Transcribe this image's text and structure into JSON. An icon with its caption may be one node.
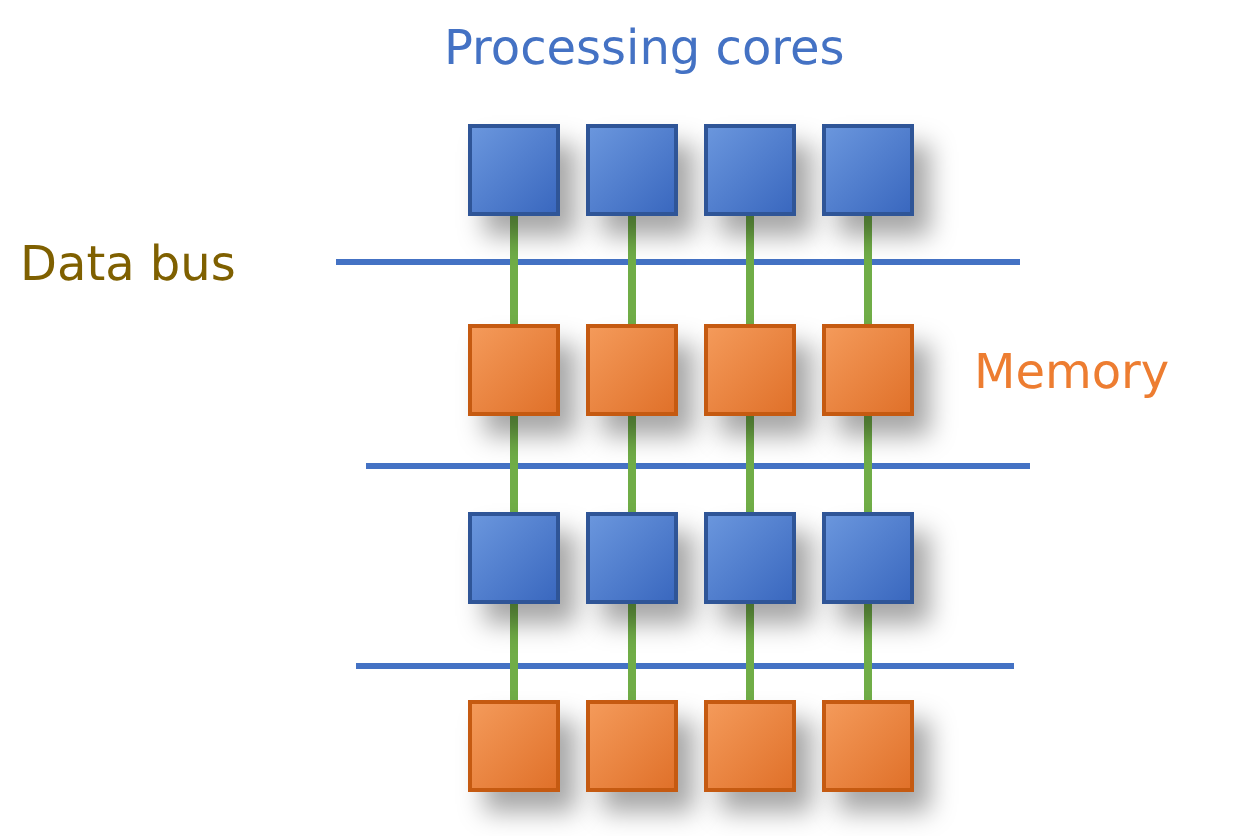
{
  "diagram": {
    "nodes": [
      {
        "text": [],
        "shape": "box"
      },
      {
        "text": [],
        "shape": "box"
      },
      {
        "text": [],
        "shape": "box"
      },
      {
        "text": [],
        "shape": "box"
      },
      {
        "text": [],
        "shape": "box"
      },
      {
        "text": [],
        "shape": "box"
      },
      {
        "text": [],
        "shape": "box"
      },
      {
        "text": [],
        "shape": "box"
      },
      {
        "text": [],
        "shape": "box"
      },
      {
        "text": [],
        "shape": "box"
      },
      {
        "text": [],
        "shape": "box"
      },
      {
        "text": [],
        "shape": "box"
      },
      {
        "text": [],
        "shape": "box"
      },
      {
        "text": [],
        "shape": "box"
      },
      {
        "text": [],
        "shape": "box"
      },
      {
        "text": [],
        "shape": "box"
      }
    ],
    "edges": [
      {
        "from": 0,
        "to": 4,
        "arrow": "none"
      },
      {
        "from": 1,
        "to": 5,
        "arrow": "none"
      },
      {
        "from": 2,
        "to": 6,
        "arrow": "none"
      },
      {
        "from": 3,
        "to": 7,
        "arrow": "none"
      },
      {
        "from": 4,
        "to": 8,
        "arrow": "none"
      },
      {
        "from": 5,
        "to": 9,
        "arrow": "none"
      },
      {
        "from": 6,
        "to": 10,
        "arrow": "none"
      },
      {
        "from": 7,
        "to": 11,
        "arrow": "none"
      },
      {
        "from": 8,
        "to": 12,
        "arrow": "none"
      },
      {
        "from": 9,
        "to": 13,
        "arrow": "none"
      },
      {
        "from": 10,
        "to": 14,
        "arrow": "none"
      },
      {
        "from": 11,
        "to": 15,
        "arrow": "none"
      }
    ],
    "labels": [
      "Processing cores",
      "Data bus",
      "Memory"
    ]
  }
}
